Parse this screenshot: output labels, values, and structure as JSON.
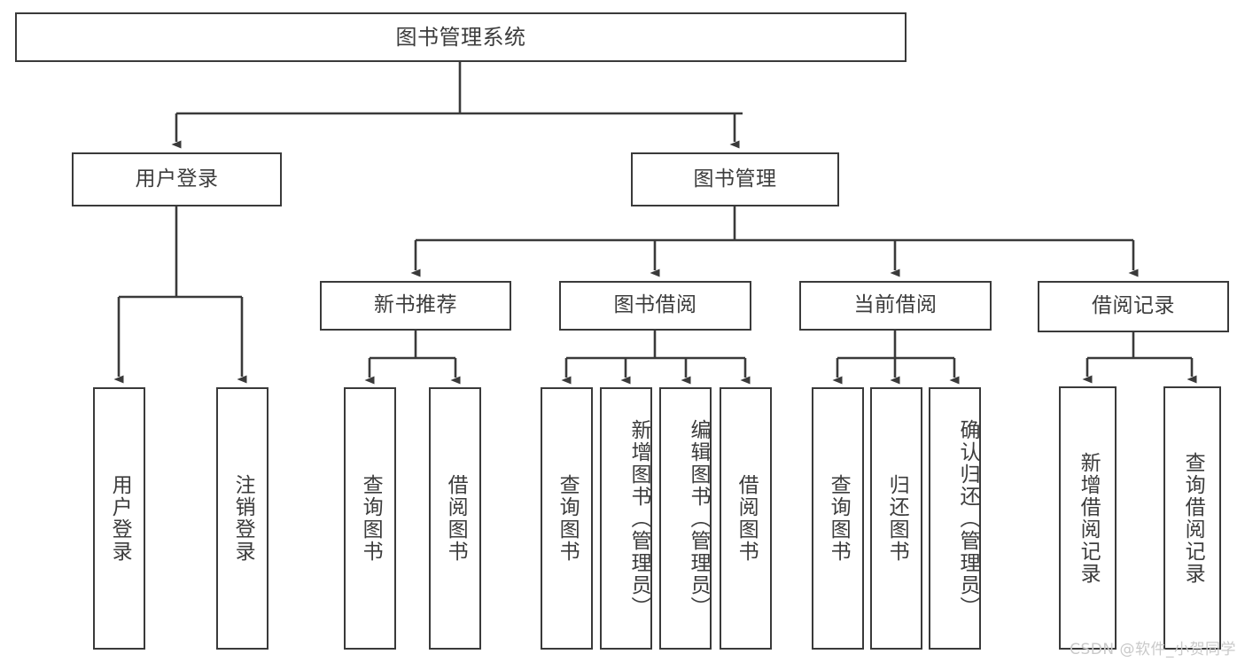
{
  "diagram": {
    "title_node": {
      "label": "图书管理系统"
    },
    "level2": [
      {
        "id": "user-login",
        "label": "用户登录"
      },
      {
        "id": "book-manage",
        "label": "图书管理"
      }
    ],
    "level3": [
      {
        "id": "new-book-rec",
        "label": "新书推荐"
      },
      {
        "id": "book-borrow",
        "label": "图书借阅"
      },
      {
        "id": "current-borrow",
        "label": "当前借阅"
      },
      {
        "id": "borrow-record",
        "label": "借阅记录"
      }
    ],
    "leaves": [
      {
        "id": "leaf-user-login",
        "label": "用户登录",
        "parent": "user-login"
      },
      {
        "id": "leaf-logout-login",
        "label": "注销登录",
        "parent": "user-login"
      },
      {
        "id": "leaf-query-book-1",
        "label": "查询图书",
        "parent": "new-book-rec"
      },
      {
        "id": "leaf-borrow-book-1",
        "label": "借阅图书",
        "parent": "new-book-rec"
      },
      {
        "id": "leaf-query-book-2",
        "label": "查询图书",
        "parent": "book-borrow"
      },
      {
        "id": "leaf-add-book",
        "label": "新增图书（管理员）",
        "parent": "book-borrow"
      },
      {
        "id": "leaf-edit-book",
        "label": "编辑图书（管理员）",
        "parent": "book-borrow"
      },
      {
        "id": "leaf-borrow-book-2",
        "label": "借阅图书",
        "parent": "book-borrow"
      },
      {
        "id": "leaf-query-book-3",
        "label": "查询图书",
        "parent": "current-borrow"
      },
      {
        "id": "leaf-return-book",
        "label": "归还图书",
        "parent": "current-borrow"
      },
      {
        "id": "leaf-confirm-return",
        "label": "确认归还（管理员）",
        "parent": "current-borrow"
      },
      {
        "id": "leaf-add-record",
        "label": "新增借阅记录",
        "parent": "borrow-record"
      },
      {
        "id": "leaf-query-record",
        "label": "查询借阅记录",
        "parent": "borrow-record"
      }
    ],
    "colors": {
      "stroke": "#3a3a3a",
      "text": "#3c3c3c",
      "background": "#ffffff",
      "watermark": "#c9c9c9"
    }
  },
  "watermark": {
    "text": "CSDN @软件_小贺同学"
  }
}
